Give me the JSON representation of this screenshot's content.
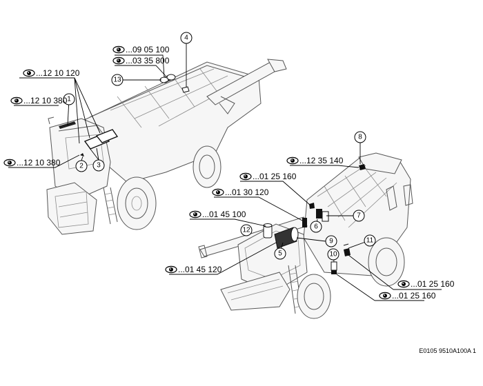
{
  "references": [
    {
      "id": "ref-09-05-100",
      "text": "...09 05 100"
    },
    {
      "id": "ref-03-35-800",
      "text": "...03 35 800"
    },
    {
      "id": "ref-12-10-120",
      "text": "...12 10 120"
    },
    {
      "id": "ref-12-10-380-top",
      "text": "...12 10 380"
    },
    {
      "id": "ref-12-10-380-left",
      "text": "...12 10 380"
    },
    {
      "id": "ref-12-35-140",
      "text": "...12 35 140"
    },
    {
      "id": "ref-01-25-160-top",
      "text": "...01 25 160"
    },
    {
      "id": "ref-01-30-120",
      "text": "...01 30 120"
    },
    {
      "id": "ref-01-45-100",
      "text": "...01 45 100"
    },
    {
      "id": "ref-01-45-120",
      "text": "...01 45 120"
    },
    {
      "id": "ref-01-25-160-right",
      "text": "...01 25 160"
    },
    {
      "id": "ref-01-25-160-bottom",
      "text": "...01 25 160"
    }
  ],
  "callouts": [
    "1",
    "2",
    "3",
    "4",
    "5",
    "6",
    "7",
    "8",
    "9",
    "10",
    "11",
    "12",
    "13"
  ],
  "drawing_code": "E0105 9510A100A 1",
  "icons": {
    "reference": "eye-icon"
  }
}
